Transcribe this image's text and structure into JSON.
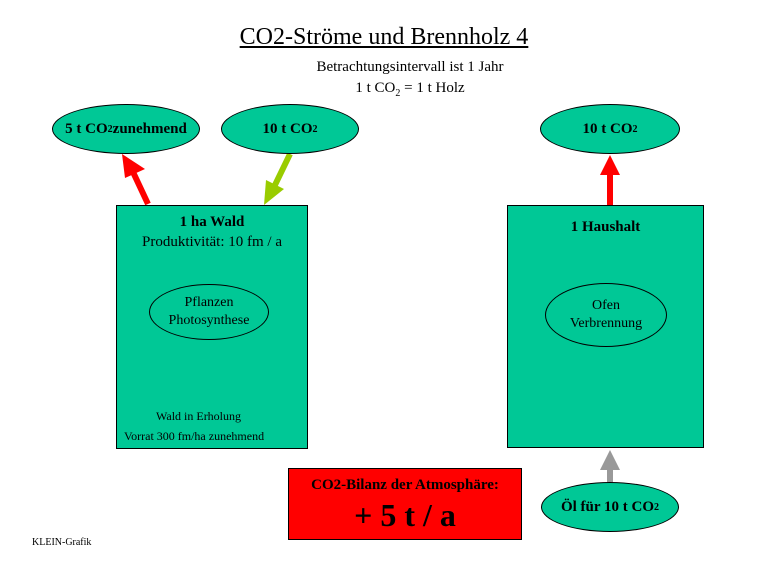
{
  "title": "CO2-Ströme und Brennholz 4",
  "subtitle": "Betrachtungsintervall ist 1 Jahr",
  "equation": {
    "prefix": "1 t CO",
    "sub": "2",
    "suffix": " = 1 t Holz"
  },
  "left_top_ellipse": {
    "prefix": "5 t CO",
    "sub": "2",
    "suffix": " zunehmend"
  },
  "mid_top_ellipse": {
    "prefix": "10 t CO",
    "sub": "2"
  },
  "right_top_ellipse": {
    "prefix": "10 t CO",
    "sub": "2"
  },
  "forest_box": {
    "title": "1 ha Wald",
    "productivity": "Produktivität: 10 fm / a",
    "process_line1": "Pflanzen",
    "process_line2": "Photosynthese",
    "note_line1": "Wald in Erholung",
    "note_line2": "Vorrat 300 fm/ha  zunehmend"
  },
  "household_box": {
    "title": "1 Haushalt",
    "process_line1": "Ofen",
    "process_line2": "Verbrennung"
  },
  "oil_ellipse": {
    "prefix": "Öl  für 10 t CO",
    "sub": "2"
  },
  "balance": {
    "label": "CO2-Bilanz der Atmosphäre:",
    "value": "+ 5 t / a"
  },
  "credit": "KLEIN-Grafik",
  "colors": {
    "node_fill": "#00c896",
    "emission_arrow": "#ff0000",
    "uptake_arrow": "#99cc00",
    "oil_arrow": "#999999",
    "balance_fill": "#ff0000"
  }
}
